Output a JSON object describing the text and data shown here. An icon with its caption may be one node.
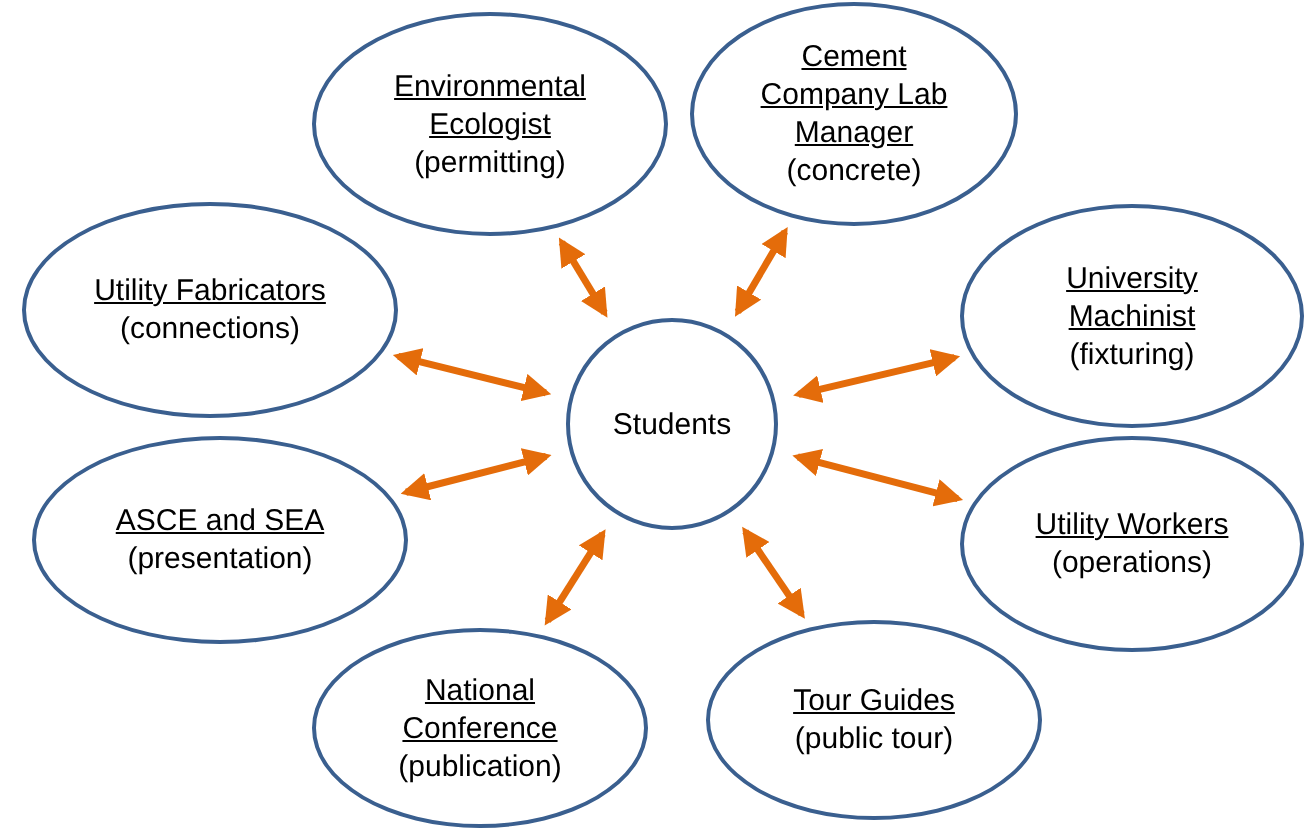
{
  "diagram": {
    "nodes": [
      {
        "text": [
          "Environmental Ecologist",
          "(permitting)"
        ]
      },
      {
        "text": [
          "Cement Company Lab Manager",
          "(concrete)"
        ]
      },
      {
        "text": [
          "Utility Fabricators",
          "(connections)"
        ]
      },
      {
        "text": [
          "University Machinist",
          "(fixturing)"
        ]
      },
      {
        "text": [
          "Students"
        ]
      },
      {
        "text": [
          "ASCE and SEA",
          "(presentation)"
        ]
      },
      {
        "text": [
          "Utility Workers",
          "(operations)"
        ]
      },
      {
        "text": [
          "National Conference",
          "(publication)"
        ]
      },
      {
        "text": [
          "Tour Guides",
          "(public tour)"
        ]
      }
    ],
    "edges": [
      {
        "from": 4,
        "to": 0,
        "arrow": "both"
      },
      {
        "from": 4,
        "to": 1,
        "arrow": "both"
      },
      {
        "from": 4,
        "to": 2,
        "arrow": "both"
      },
      {
        "from": 4,
        "to": 3,
        "arrow": "both"
      },
      {
        "from": 4,
        "to": 5,
        "arrow": "both"
      },
      {
        "from": 4,
        "to": 6,
        "arrow": "both"
      },
      {
        "from": 4,
        "to": 7,
        "arrow": "both"
      },
      {
        "from": 4,
        "to": 8,
        "arrow": "both"
      }
    ]
  }
}
